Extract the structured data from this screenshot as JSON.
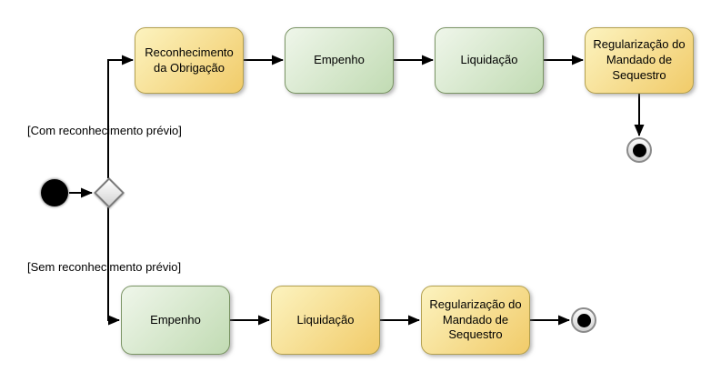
{
  "diagram": {
    "kind": "activity-diagram",
    "branches": [
      {
        "guard": "[Com reconhecimento prévio]",
        "steps": [
          {
            "label": "Reconhecimento\nda Obrigação",
            "color": "yellow"
          },
          {
            "label": "Empenho",
            "color": "green"
          },
          {
            "label": "Liquidação",
            "color": "green"
          },
          {
            "label": "Regularização do\nMandado de\nSequestro",
            "color": "yellow"
          }
        ]
      },
      {
        "guard": "[Sem reconhecimento prévio]",
        "steps": [
          {
            "label": "Empenho",
            "color": "green"
          },
          {
            "label": "Liquidação",
            "color": "yellow"
          },
          {
            "label": "Regularização do\nMandado de\nSequestro",
            "color": "yellow"
          }
        ]
      }
    ],
    "colors": {
      "yellow_light": "#FCF3BF",
      "yellow_dark": "#F1CB69",
      "yellow_border": "#B3A04F",
      "green_light": "#EFF6EA",
      "green_dark": "#C1DBB3",
      "green_border": "#7A9464",
      "edge": "#000000"
    }
  }
}
